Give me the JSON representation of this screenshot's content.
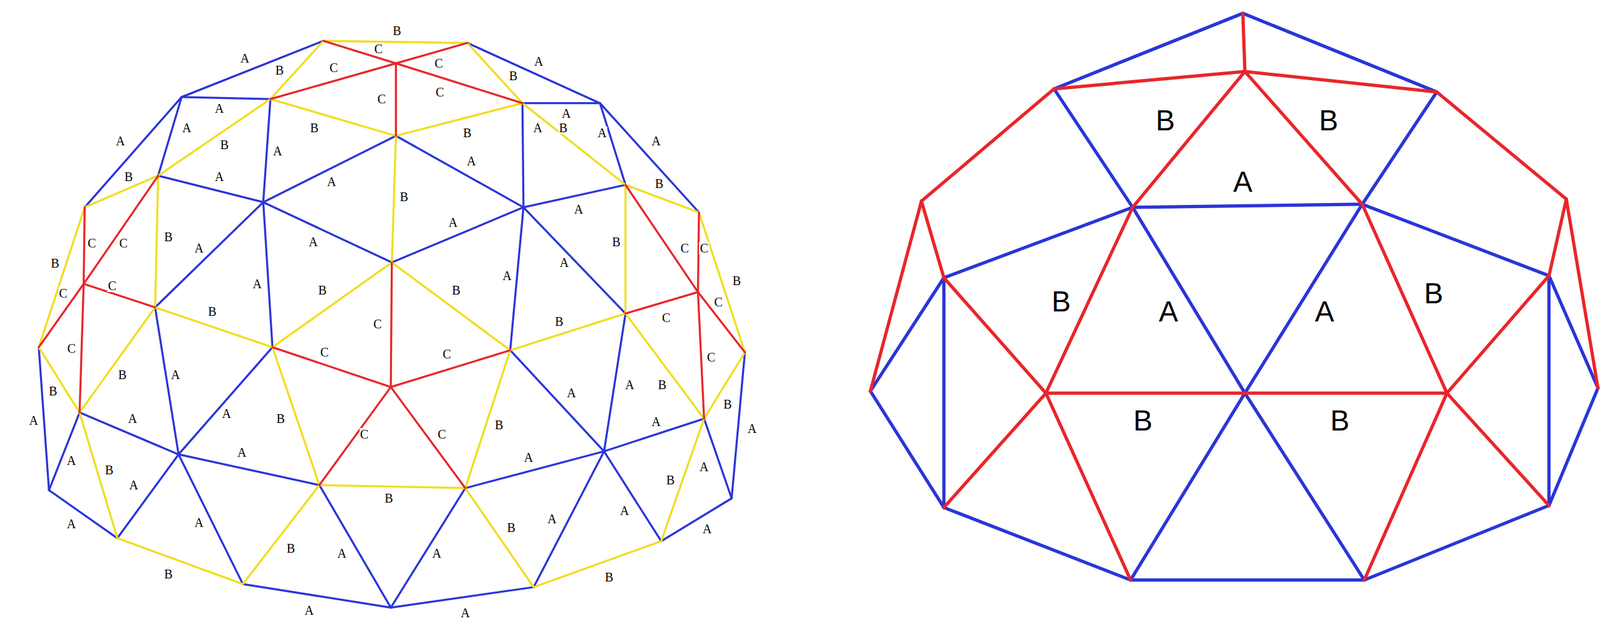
{
  "diagram": {
    "labels": [
      "B",
      "C",
      "A",
      "A",
      "B",
      "C",
      "C",
      "B",
      "C",
      "C",
      "A",
      "A",
      "A",
      "B",
      "B",
      "A",
      "B",
      "A",
      "A",
      "A",
      "B",
      "A",
      "A",
      "B",
      "A",
      "A",
      "B",
      "B",
      "A",
      "A",
      "B",
      "C",
      "C",
      "A",
      "B",
      "C",
      "C",
      "A",
      "A",
      "B",
      "A",
      "B",
      "A",
      "C",
      "B",
      "B",
      "C",
      "C",
      "B",
      "C",
      "B",
      "C",
      "C",
      "C",
      "C",
      "C",
      "B",
      "A",
      "B",
      "A",
      "B",
      "A",
      "B",
      "A",
      "A",
      "B",
      "A",
      "A",
      "B",
      "A",
      "C",
      "C",
      "A",
      "A",
      "A",
      "A",
      "B",
      "B",
      "A",
      "B",
      "A",
      "A",
      "A",
      "A",
      "B",
      "A",
      "B",
      "A",
      "A",
      "B",
      "B",
      "A",
      "A",
      "B",
      "B",
      "A",
      "B",
      "A",
      "A",
      "B",
      "B",
      "B"
    ]
  }
}
